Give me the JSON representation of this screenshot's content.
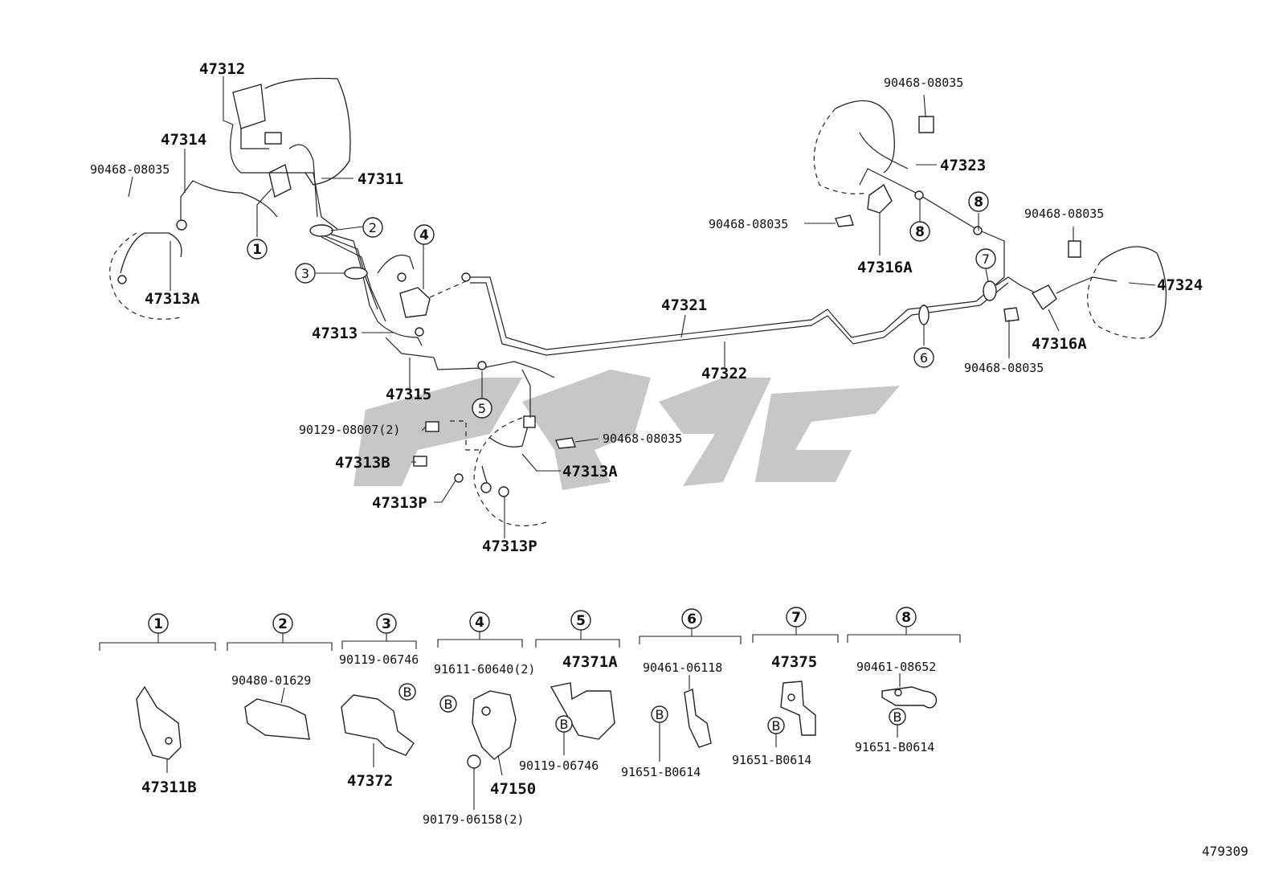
{
  "watermark_color": "#bdbdbd",
  "diagram_id": "479309",
  "callouts": {
    "c47312": "47312",
    "c47314": "47314",
    "c90468_a": "90468-08035",
    "c47311": "47311",
    "c47313A_top": "47313A",
    "c47313": "47313",
    "c47315": "47315",
    "c90129": "90129-08007(2)",
    "c47313B": "47313B",
    "c47313P_a": "47313P",
    "c47313P_b": "47313P",
    "c47313A_mid": "47313A",
    "c90468_b": "90468-08035",
    "c47321": "47321",
    "c47322": "47322",
    "c90468_c": "90468-08035",
    "c47323": "47323",
    "c90468_d": "90468-08035",
    "c47316A_a": "47316A",
    "c90468_e": "90468-08035",
    "c47324": "47324",
    "c47316A_b": "47316A",
    "c90468_f": "90468-08035"
  },
  "markers": {
    "m1": "1",
    "m2": "2",
    "m3": "3",
    "m4": "4",
    "m5": "5",
    "m6": "6",
    "m7": "7",
    "m8a": "8",
    "m8b": "8"
  },
  "details": [
    {
      "num": "1",
      "parts": [
        "47311B"
      ]
    },
    {
      "num": "2",
      "parts": [
        "90480-01629"
      ]
    },
    {
      "num": "3",
      "parts": [
        "90119-06746",
        "47372"
      ]
    },
    {
      "num": "4",
      "parts": [
        "91611-60640(2)",
        "90179-06158(2)",
        "47150"
      ]
    },
    {
      "num": "5",
      "parts": [
        "47371A",
        "90119-06746"
      ]
    },
    {
      "num": "6",
      "parts": [
        "90461-06118",
        "91651-B0614"
      ]
    },
    {
      "num": "7",
      "parts": [
        "47375",
        "91651-B0614"
      ]
    },
    {
      "num": "8",
      "parts": [
        "90461-08652",
        "91651-B0614"
      ]
    }
  ],
  "bolt_marker": "B"
}
